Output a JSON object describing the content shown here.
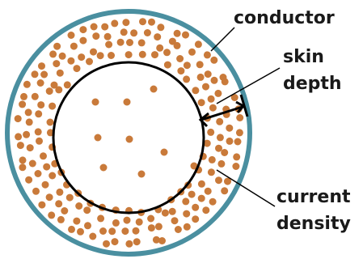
{
  "labels": {
    "conductor": "conductor",
    "skin": "skin",
    "depth": "depth",
    "current": "current",
    "density": "density"
  },
  "colors": {
    "conductor_ring": "#4a8fa0",
    "dots": "#c97a3a",
    "line": "#000000",
    "background": "#ffffff"
  }
}
